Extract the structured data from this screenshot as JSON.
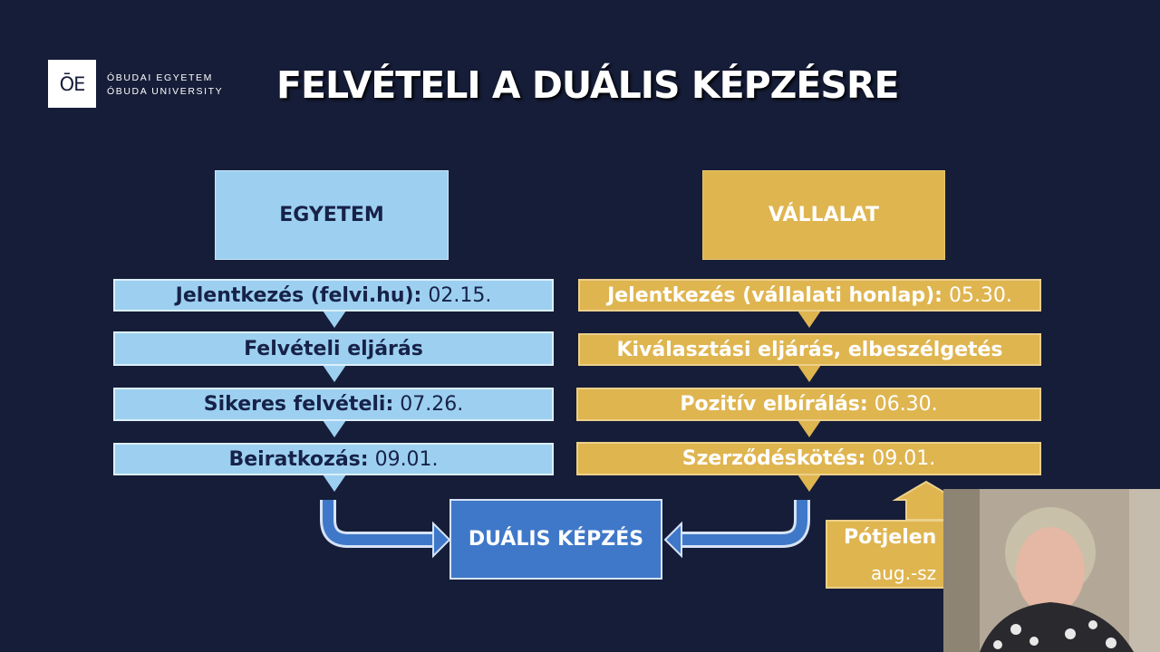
{
  "logo": {
    "mark": "ŌE",
    "line1": "ÓBUDAI EGYETEM",
    "line2": "ÓBUDA UNIVERSITY"
  },
  "title": "FELVÉTELI A DUÁLIS KÉPZÉSRE",
  "egyetem": {
    "header": "EGYETEM",
    "steps": [
      {
        "label": "Jelentkezés (felvi.hu):",
        "value": " 02.15."
      },
      {
        "label": "Felvételi eljárás",
        "value": ""
      },
      {
        "label": "Sikeres felvételi:",
        "value": " 07.26."
      },
      {
        "label": "Beiratkozás:",
        "value": " 09.01."
      }
    ]
  },
  "vallalat": {
    "header": "VÁLLALAT",
    "steps": [
      {
        "label": "Jelentkezés (vállalati honlap):",
        "value": " 05.30."
      },
      {
        "label": "Kiválasztási eljárás, elbeszélgetés",
        "value": ""
      },
      {
        "label": "Pozitív elbírálás:",
        "value": " 06.30."
      },
      {
        "label": "Szerződéskötés:",
        "value": " 09.01."
      }
    ]
  },
  "center": "DUÁLIS KÉPZÉS",
  "supplement": {
    "title": "Pótjelen",
    "subtitle": "aug.-sz"
  },
  "colors": {
    "background": "#161d38",
    "blue": "#9dd0f0",
    "gold": "#dfb550",
    "dual": "#3f78c8",
    "text_dark": "#172248"
  }
}
